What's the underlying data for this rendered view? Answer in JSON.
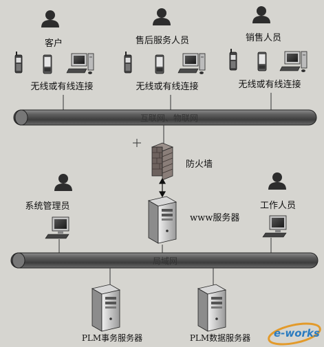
{
  "top_groups": [
    {
      "role": "客户",
      "connection": "无线或有线连接"
    },
    {
      "role": "售后服务人员",
      "connection": "无线或有线连接"
    },
    {
      "role": "销售人员",
      "connection": "无线或有线连接"
    }
  ],
  "internet_bus": "互联网、物联网",
  "firewall": "防火墙",
  "www_server": "www服务器",
  "sys_admin": "系统管理员",
  "worker": "工作人员",
  "lan_bus": "局域网",
  "plm_business_server": "PLM事务服务器",
  "plm_data_server": "PLM数据服务器",
  "watermark": "e-works"
}
